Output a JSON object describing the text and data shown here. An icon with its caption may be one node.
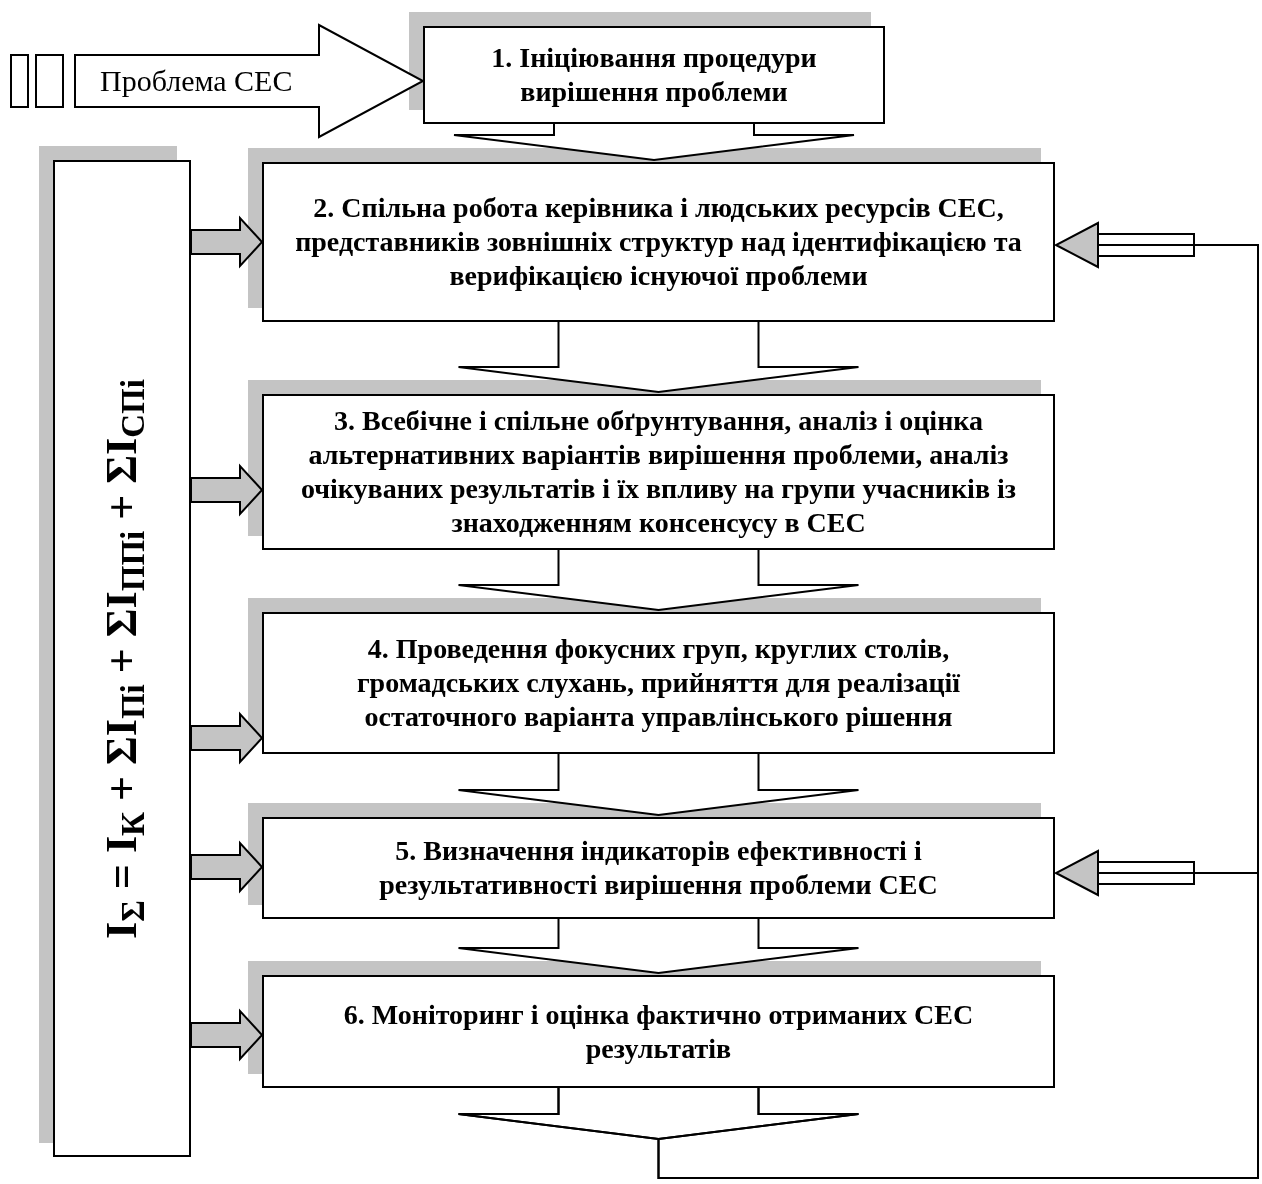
{
  "diagram": {
    "nodes": [
      {
        "text": [
          "I$_{Σ}$ = I$_{К}$ + ΣI$_{Пi}$ + ΣI$_{ППi}$ + ΣI$_{СПi}$"
        ]
      },
      {
        "text": [
          "1. Ініціювання процедури вирішення проблеми"
        ]
      },
      {
        "text": [
          "2. Спільна робота керівника і людських ресурсів СЕС, представників зовнішніх структур над ідентифікацією та верифікацією існуючої проблеми"
        ]
      },
      {
        "text": [
          "3. Всебічне і спільне обґрунтування, аналіз і оцінка альтернативних варіантів вирішення проблеми, аналіз очікуваних результатів і їх впливу на групи учасників із знаходженням консенсусу в СЕС"
        ]
      },
      {
        "text": [
          "4. Проведення фокусних груп, круглих столів, громадських слухань, прийняття для реалізації остаточного варіанта управлінського рішення"
        ]
      },
      {
        "text": [
          "5. Визначення індикаторів ефективності і результативності вирішення проблеми СЕС"
        ]
      },
      {
        "text": [
          "6. Моніторинг і оцінка фактично отриманих СЕС результатів"
        ]
      }
    ],
    "edges": [
      {
        "from": null,
        "to": 1,
        "arrow": "to",
        "label": "Проблема СЕС",
        "style": "thick"
      },
      {
        "from": 1,
        "to": 2,
        "arrow": "to"
      },
      {
        "from": 2,
        "to": 3,
        "arrow": "to"
      },
      {
        "from": 3,
        "to": 4,
        "arrow": "to"
      },
      {
        "from": 4,
        "to": 5,
        "arrow": "to"
      },
      {
        "from": 5,
        "to": 6,
        "arrow": "to"
      },
      {
        "from": 0,
        "to": 2,
        "arrow": "to",
        "style": "thick"
      },
      {
        "from": 0,
        "to": 3,
        "arrow": "to",
        "style": "thick"
      },
      {
        "from": 0,
        "to": 4,
        "arrow": "to",
        "style": "thick"
      },
      {
        "from": 0,
        "to": 5,
        "arrow": "to",
        "style": "thick"
      },
      {
        "from": 0,
        "to": 6,
        "arrow": "to",
        "style": "thick"
      },
      {
        "from": 6,
        "to": 2,
        "arrow": "to"
      },
      {
        "from": 6,
        "to": 5,
        "arrow": "to"
      }
    ]
  }
}
